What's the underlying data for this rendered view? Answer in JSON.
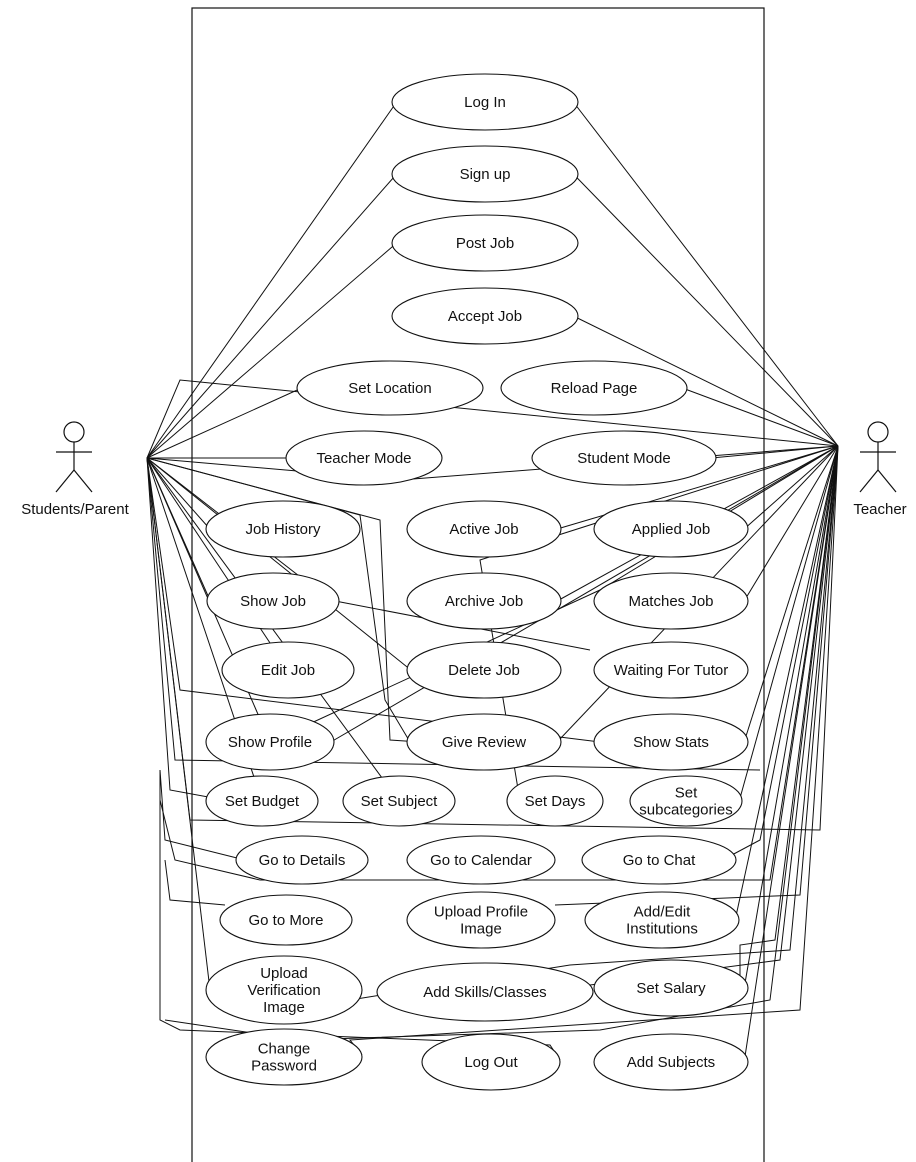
{
  "actors": {
    "left": {
      "label": "Students/Parent",
      "icon": "stick-figure-icon"
    },
    "right": {
      "label": "Teacher",
      "icon": "stick-figure-icon"
    }
  },
  "use_cases": [
    {
      "id": "log-in",
      "label": [
        "Log In"
      ]
    },
    {
      "id": "sign-up",
      "label": [
        "Sign up"
      ]
    },
    {
      "id": "post-job",
      "label": [
        "Post Job"
      ]
    },
    {
      "id": "accept-job",
      "label": [
        "Accept Job"
      ]
    },
    {
      "id": "set-location",
      "label": [
        "Set Location"
      ]
    },
    {
      "id": "reload-page",
      "label": [
        "Reload Page"
      ]
    },
    {
      "id": "teacher-mode",
      "label": [
        "Teacher Mode"
      ]
    },
    {
      "id": "student-mode",
      "label": [
        "Student Mode"
      ]
    },
    {
      "id": "job-history",
      "label": [
        "Job History"
      ]
    },
    {
      "id": "active-job",
      "label": [
        "Active Job"
      ]
    },
    {
      "id": "applied-job",
      "label": [
        "Applied Job"
      ]
    },
    {
      "id": "show-job",
      "label": [
        "Show Job"
      ]
    },
    {
      "id": "archive-job",
      "label": [
        "Archive Job"
      ]
    },
    {
      "id": "matches-job",
      "label": [
        "Matches Job"
      ]
    },
    {
      "id": "edit-job",
      "label": [
        "Edit Job"
      ]
    },
    {
      "id": "delete-job",
      "label": [
        "Delete Job"
      ]
    },
    {
      "id": "waiting-for-tutor",
      "label": [
        "Waiting For Tutor"
      ]
    },
    {
      "id": "show-profile",
      "label": [
        "Show Profile"
      ]
    },
    {
      "id": "give-review",
      "label": [
        "Give Review"
      ]
    },
    {
      "id": "show-stats",
      "label": [
        "Show  Stats"
      ]
    },
    {
      "id": "set-budget",
      "label": [
        "Set Budget"
      ]
    },
    {
      "id": "set-subject",
      "label": [
        "Set  Subject"
      ]
    },
    {
      "id": "set-days",
      "label": [
        "Set Days"
      ]
    },
    {
      "id": "set-subcategories",
      "label": [
        "Set",
        "subcategories"
      ]
    },
    {
      "id": "go-to-details",
      "label": [
        "Go to Details"
      ]
    },
    {
      "id": "go-to-calendar",
      "label": [
        "Go to Calendar"
      ]
    },
    {
      "id": "go-to-chat",
      "label": [
        "Go to Chat"
      ]
    },
    {
      "id": "go-to-more",
      "label": [
        "Go to More"
      ]
    },
    {
      "id": "upload-profile-image",
      "label": [
        "Upload Profile",
        "Image"
      ]
    },
    {
      "id": "add-edit-institutions",
      "label": [
        "Add/Edit",
        "Institutions"
      ]
    },
    {
      "id": "upload-verification-image",
      "label": [
        "Upload",
        "Verification",
        "Image"
      ]
    },
    {
      "id": "add-skills-classes",
      "label": [
        "Add Skills/Classes"
      ]
    },
    {
      "id": "set-salary",
      "label": [
        "Set Salary"
      ]
    },
    {
      "id": "change-password",
      "label": [
        "Change",
        "Password"
      ]
    },
    {
      "id": "log-out",
      "label": [
        "Log Out"
      ]
    },
    {
      "id": "add-subjects",
      "label": [
        "Add Subjects"
      ]
    }
  ]
}
